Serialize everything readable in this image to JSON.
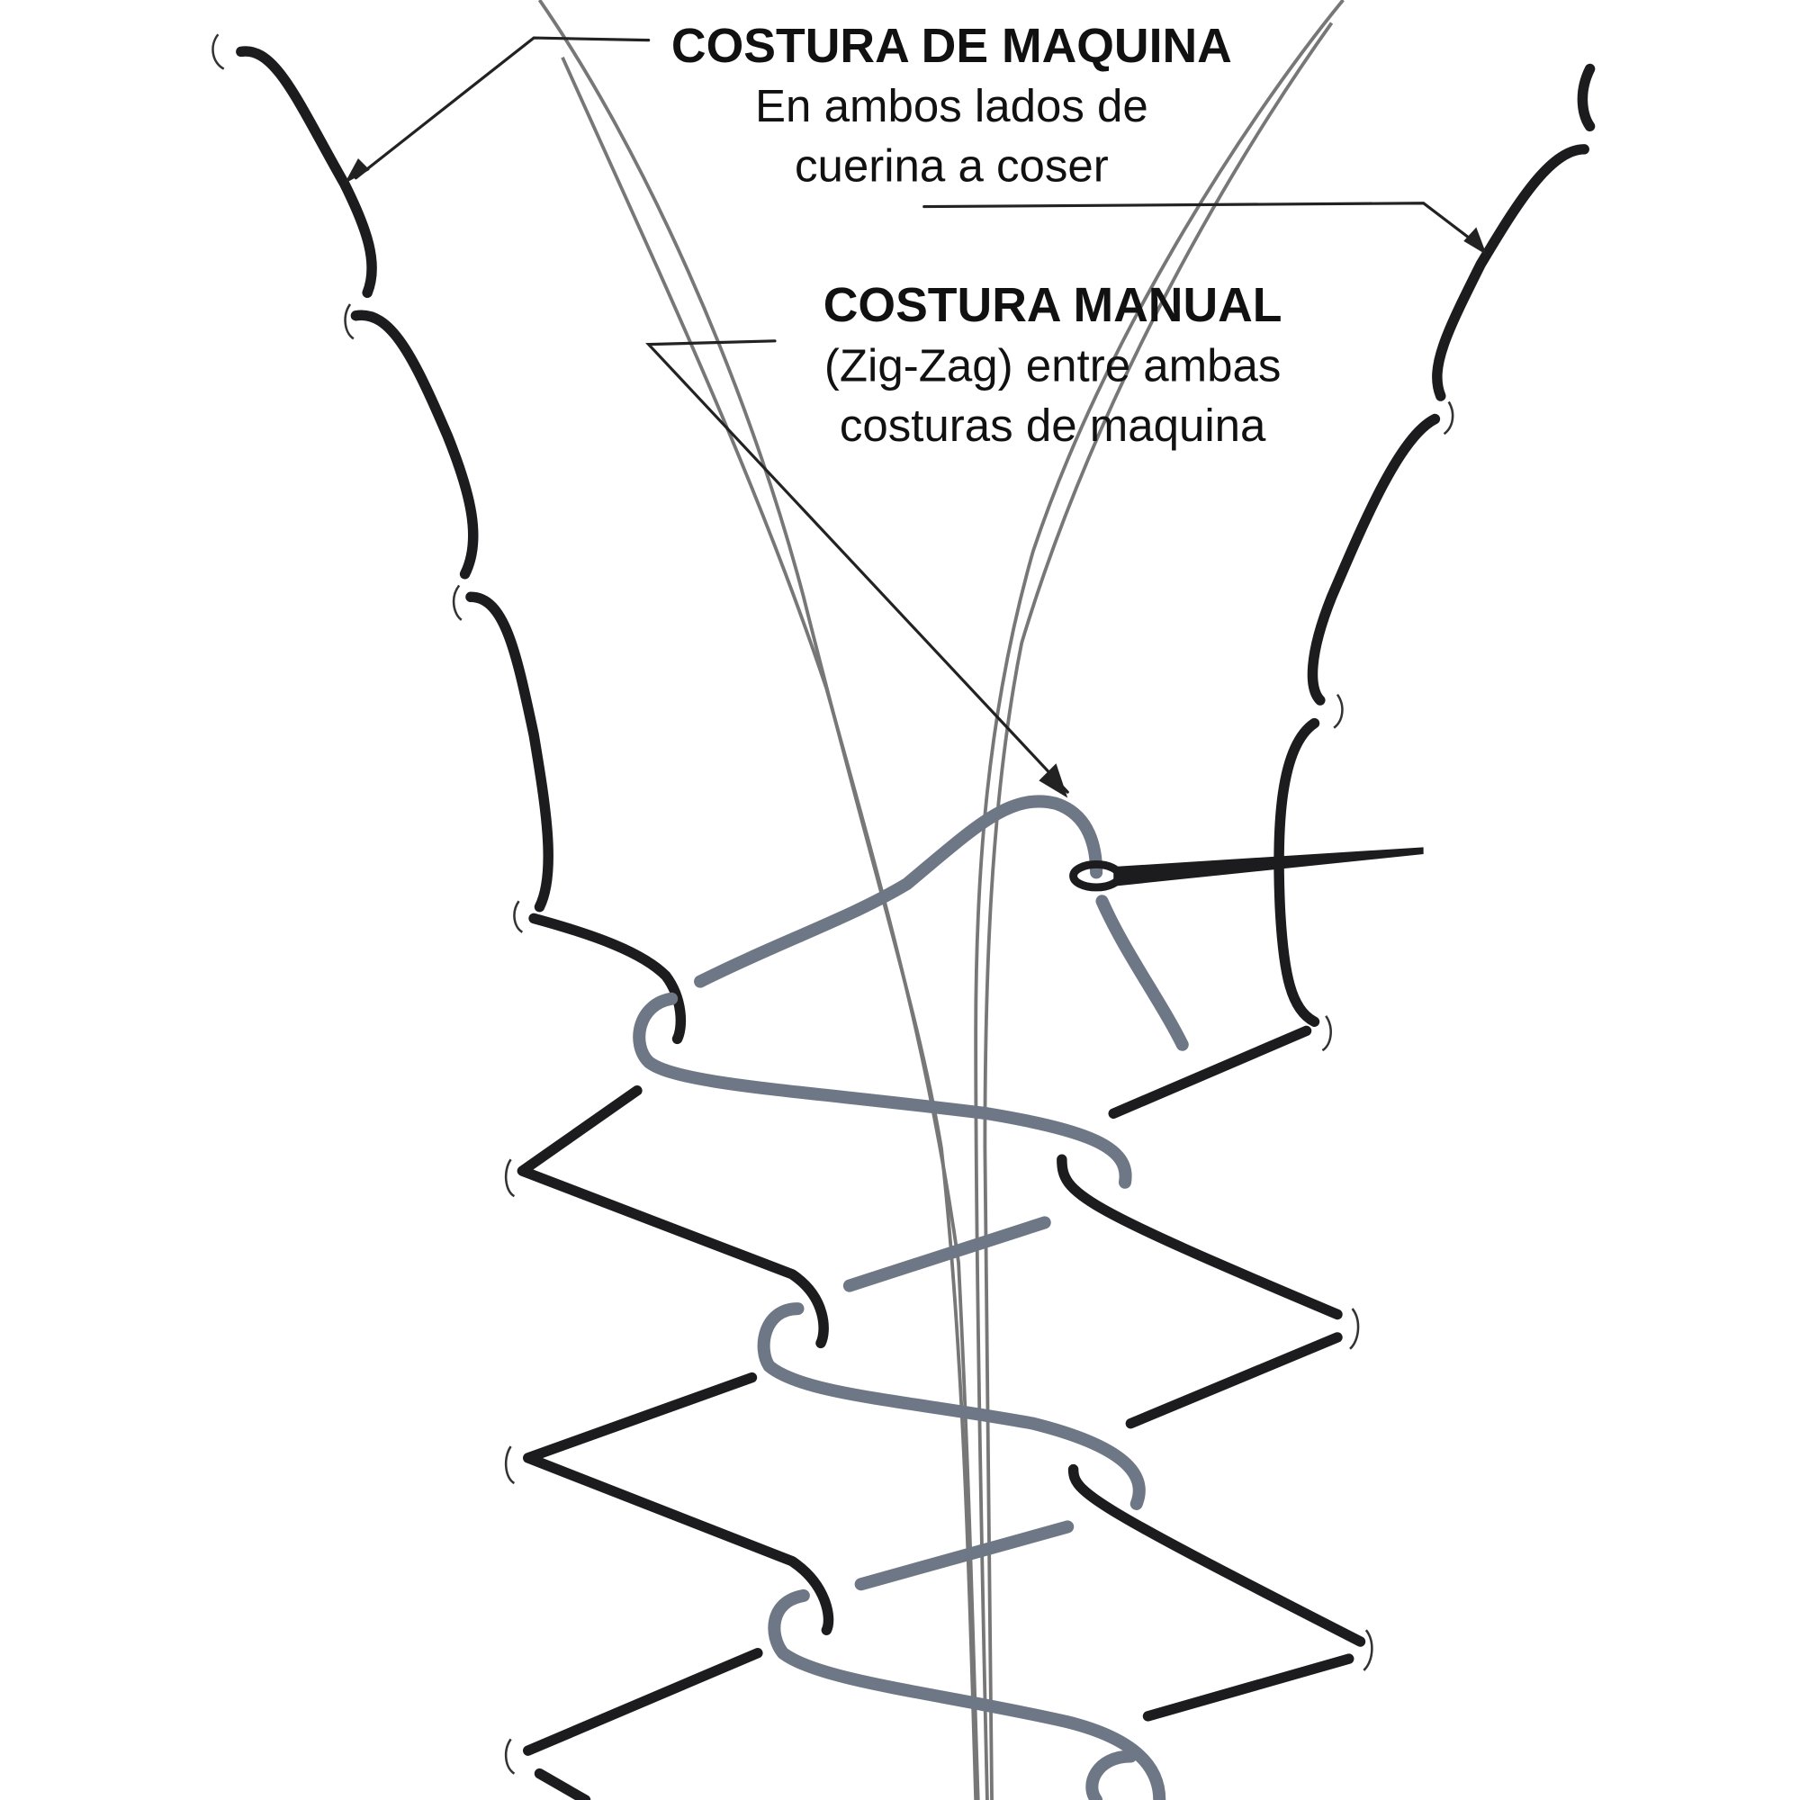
{
  "labels": {
    "machine_seam": {
      "title": "COSTURA DE MAQUINA",
      "line1": "En ambos lados de",
      "line2": "cuerina a coser"
    },
    "manual_seam": {
      "title": "COSTURA MANUAL",
      "line1": "(Zig-Zag) entre ambas",
      "line2": "costuras de maquina"
    }
  },
  "colors": {
    "machine_stitch": "#1c1c1e",
    "manual_thread": "#6e7786"
  }
}
